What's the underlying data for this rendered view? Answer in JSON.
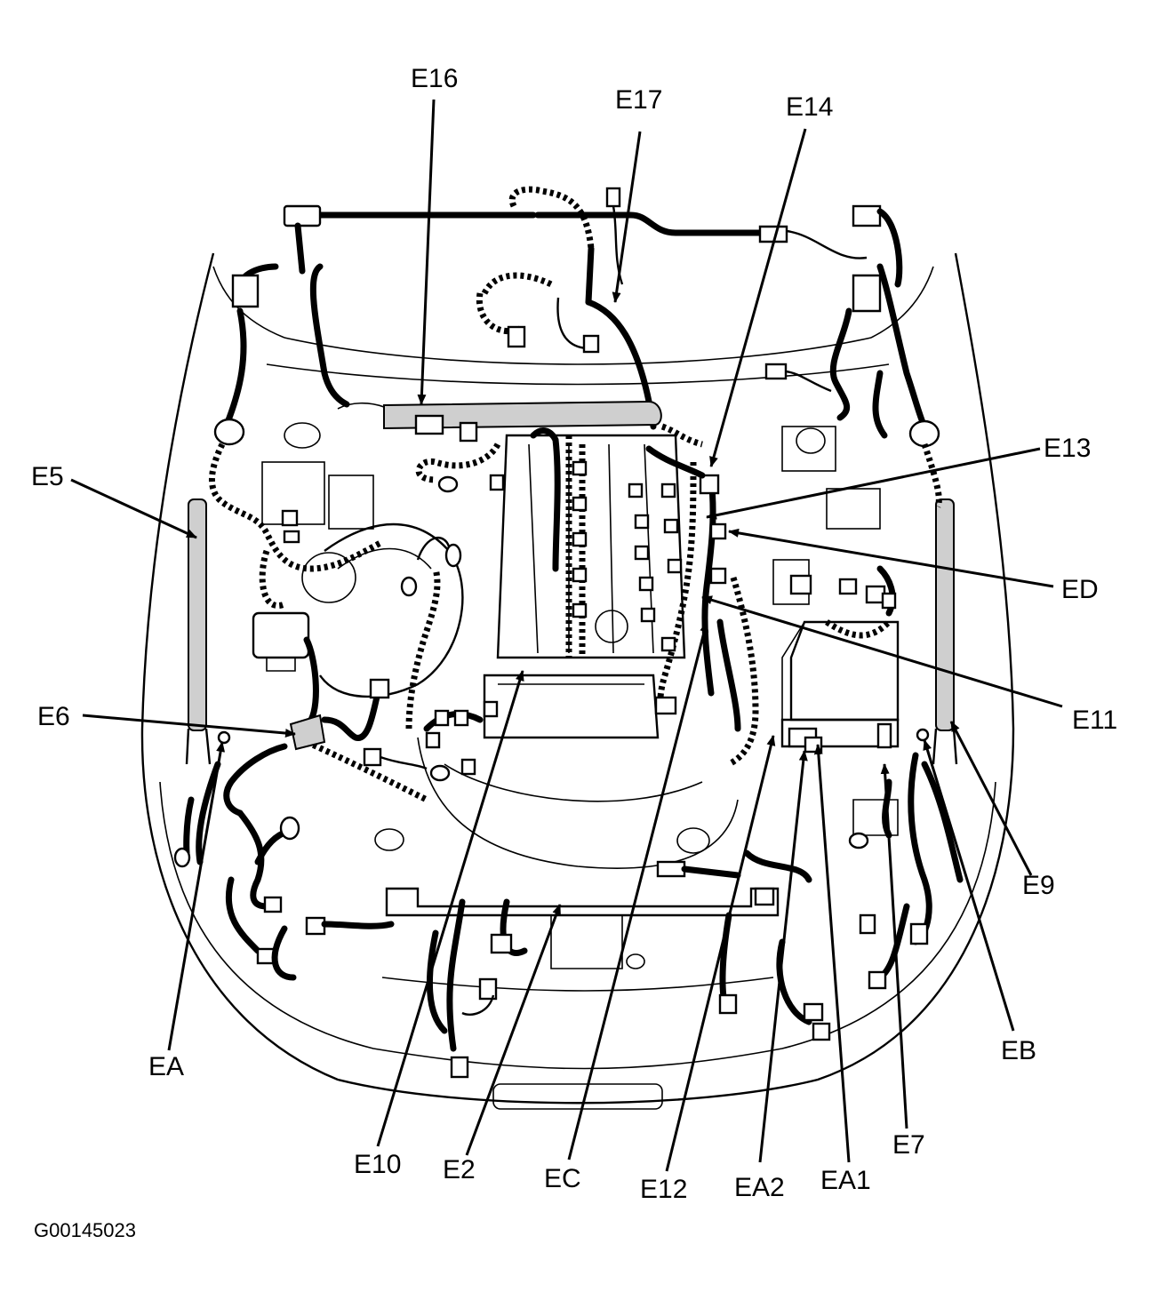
{
  "labels": {
    "e16": "E16",
    "e17": "E17",
    "e14": "E14",
    "e13": "E13",
    "ed": "ED",
    "e11": "E11",
    "e5": "E5",
    "e6": "E6",
    "e9": "E9",
    "eb": "EB",
    "ea": "EA",
    "e10": "E10",
    "e2": "E2",
    "ec": "EC",
    "e12": "E12",
    "ea2": "EA2",
    "ea1": "EA1",
    "e7": "E7"
  },
  "figure_id": "G00145023"
}
